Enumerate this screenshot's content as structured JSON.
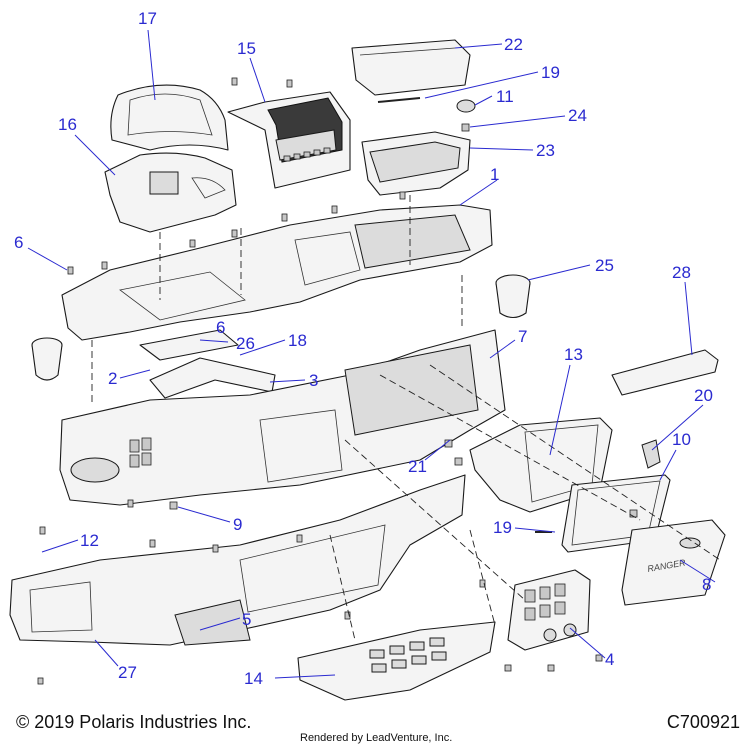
{
  "diagram": {
    "accent_color": "#2a2ad0",
    "line_color": "#1a1a1a",
    "callouts": [
      {
        "id": "c1",
        "label": "1"
      },
      {
        "id": "c2",
        "label": "2"
      },
      {
        "id": "c3",
        "label": "3"
      },
      {
        "id": "c4",
        "label": "4"
      },
      {
        "id": "c5",
        "label": "5"
      },
      {
        "id": "c6a",
        "label": "6"
      },
      {
        "id": "c6b",
        "label": "6"
      },
      {
        "id": "c7",
        "label": "7"
      },
      {
        "id": "c8",
        "label": "8"
      },
      {
        "id": "c9",
        "label": "9"
      },
      {
        "id": "c10",
        "label": "10"
      },
      {
        "id": "c11",
        "label": "11"
      },
      {
        "id": "c12",
        "label": "12"
      },
      {
        "id": "c13",
        "label": "13"
      },
      {
        "id": "c14",
        "label": "14"
      },
      {
        "id": "c15",
        "label": "15"
      },
      {
        "id": "c16",
        "label": "16"
      },
      {
        "id": "c17",
        "label": "17"
      },
      {
        "id": "c18",
        "label": "18"
      },
      {
        "id": "c19a",
        "label": "19"
      },
      {
        "id": "c19b",
        "label": "19"
      },
      {
        "id": "c20",
        "label": "20"
      },
      {
        "id": "c21",
        "label": "21"
      },
      {
        "id": "c22",
        "label": "22"
      },
      {
        "id": "c23",
        "label": "23"
      },
      {
        "id": "c24",
        "label": "24"
      },
      {
        "id": "c25",
        "label": "25"
      },
      {
        "id": "c26",
        "label": "26"
      },
      {
        "id": "c27",
        "label": "27"
      },
      {
        "id": "c28",
        "label": "28"
      }
    ]
  },
  "glovebox_door": {
    "brand_text": "RANGER"
  },
  "footer": {
    "copyright": "© 2019 Polaris Industries Inc.",
    "diagram_code": "C700921",
    "render_note": "Rendered by LeadVenture, Inc."
  }
}
